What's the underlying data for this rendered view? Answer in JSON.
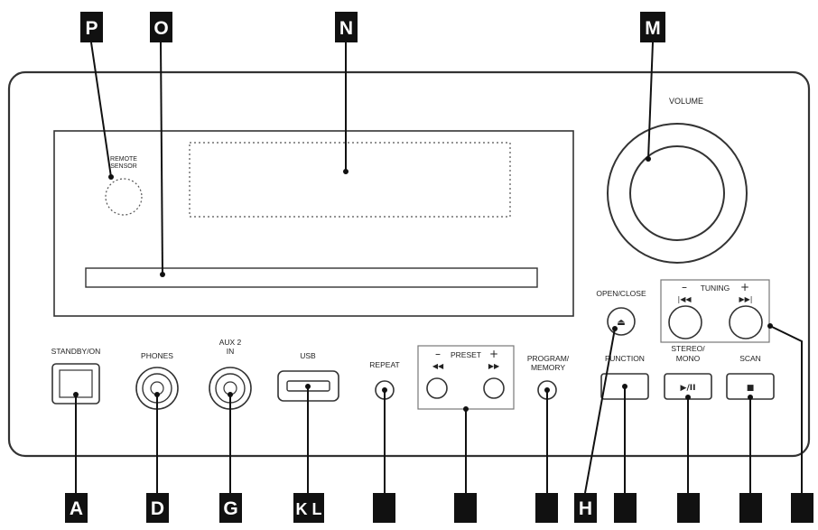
{
  "labels": {
    "remote_sensor_1": "REMOTE",
    "remote_sensor_2": "SENSOR",
    "volume": "VOLUME",
    "standby_on": "STANDBY/ON",
    "phones": "PHONES",
    "aux2_1": "AUX 2",
    "aux2_2": "IN",
    "usb": "USB",
    "repeat": "REPEAT",
    "preset": "PRESET",
    "program_memory_1": "PROGRAM/",
    "program_memory_2": "MEMORY",
    "open_close": "OPEN/CLOSE",
    "tuning": "TUNING",
    "function": "FUNCTION",
    "stereo_mono_1": "STEREO/",
    "stereo_mono_2": "MONO",
    "scan": "SCAN",
    "minus": "–",
    "plus": "+"
  },
  "glyphs": {
    "rewind": "◀◀",
    "fast_forward": "▶▶",
    "skip_back": "|◀◀",
    "skip_forward": "▶▶|",
    "play_pause": "▶/II",
    "stop": "■",
    "eject": "⏏"
  },
  "callouts": {
    "top": [
      "P",
      "O",
      "N",
      "M"
    ],
    "bottom": [
      "A",
      "D",
      "G",
      "K L",
      "",
      "",
      "",
      "H",
      "",
      "",
      "",
      ""
    ]
  },
  "colors": {
    "callout_box": "#111111",
    "callout_text": "#ffffff",
    "outline": "#333333"
  }
}
